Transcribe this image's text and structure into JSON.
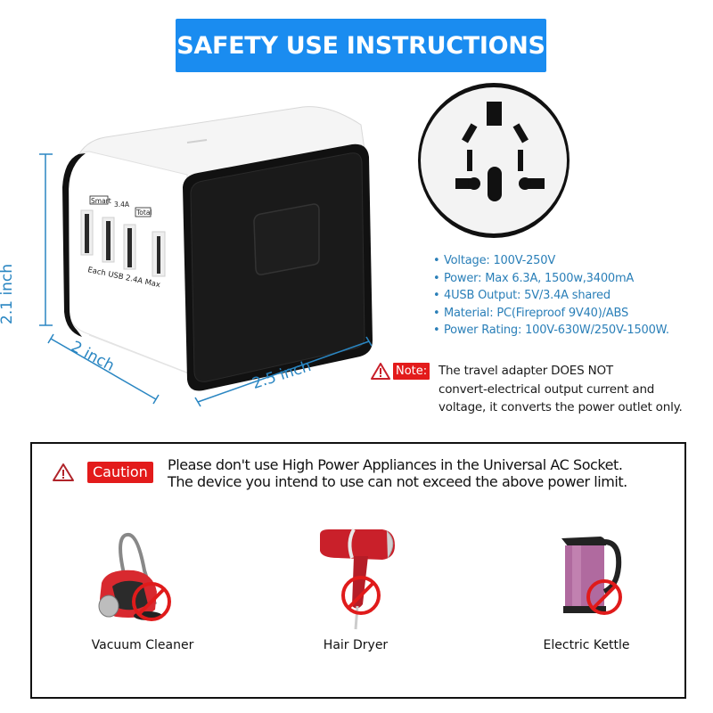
{
  "header": {
    "title": "SAFETY USE INSTRUCTIONS",
    "banner_color": "#1a8cf0"
  },
  "product": {
    "usb_labels": [
      "Smart",
      "3.4A",
      "Total"
    ],
    "usb_caption": "Each USB 2.4A Max",
    "usb_port_count": 4,
    "dimensions": {
      "height": "2.1 inch",
      "depth": "2 inch",
      "width": "2.5 inch"
    },
    "dimension_color": "#2a86c2"
  },
  "plug_face": {
    "icon": "universal-socket-icon"
  },
  "specs": {
    "color": "#2a7fb8",
    "items": [
      "Voltage: 100V-250V",
      "Power: Max 6.3A, 1500w,3400mA",
      "4USB Output: 5V/3.4A shared",
      "Material: PC(Fireproof 9V40)/ABS",
      "Power Rating: 100V-630W/250V-1500W."
    ]
  },
  "note": {
    "icon": "warning-triangle-icon",
    "badge": "Note:",
    "lines": [
      "The travel adapter DOES NOT",
      "convert-electrical output current and",
      "voltage, it converts the power outlet only."
    ],
    "badge_color": "#e31b1b"
  },
  "caution": {
    "icon": "warning-triangle-icon",
    "badge": "Caution",
    "lines": [
      "Please don't use High Power Appliances in the Universal AC Socket.",
      "The device you intend to use can not exceed the above power limit."
    ],
    "appliances": [
      {
        "label": "Vacuum Cleaner",
        "icon": "prohibited-icon"
      },
      {
        "label": "Hair Dryer",
        "icon": "prohibited-icon"
      },
      {
        "label": "Electric Kettle",
        "icon": "prohibited-icon"
      }
    ]
  }
}
